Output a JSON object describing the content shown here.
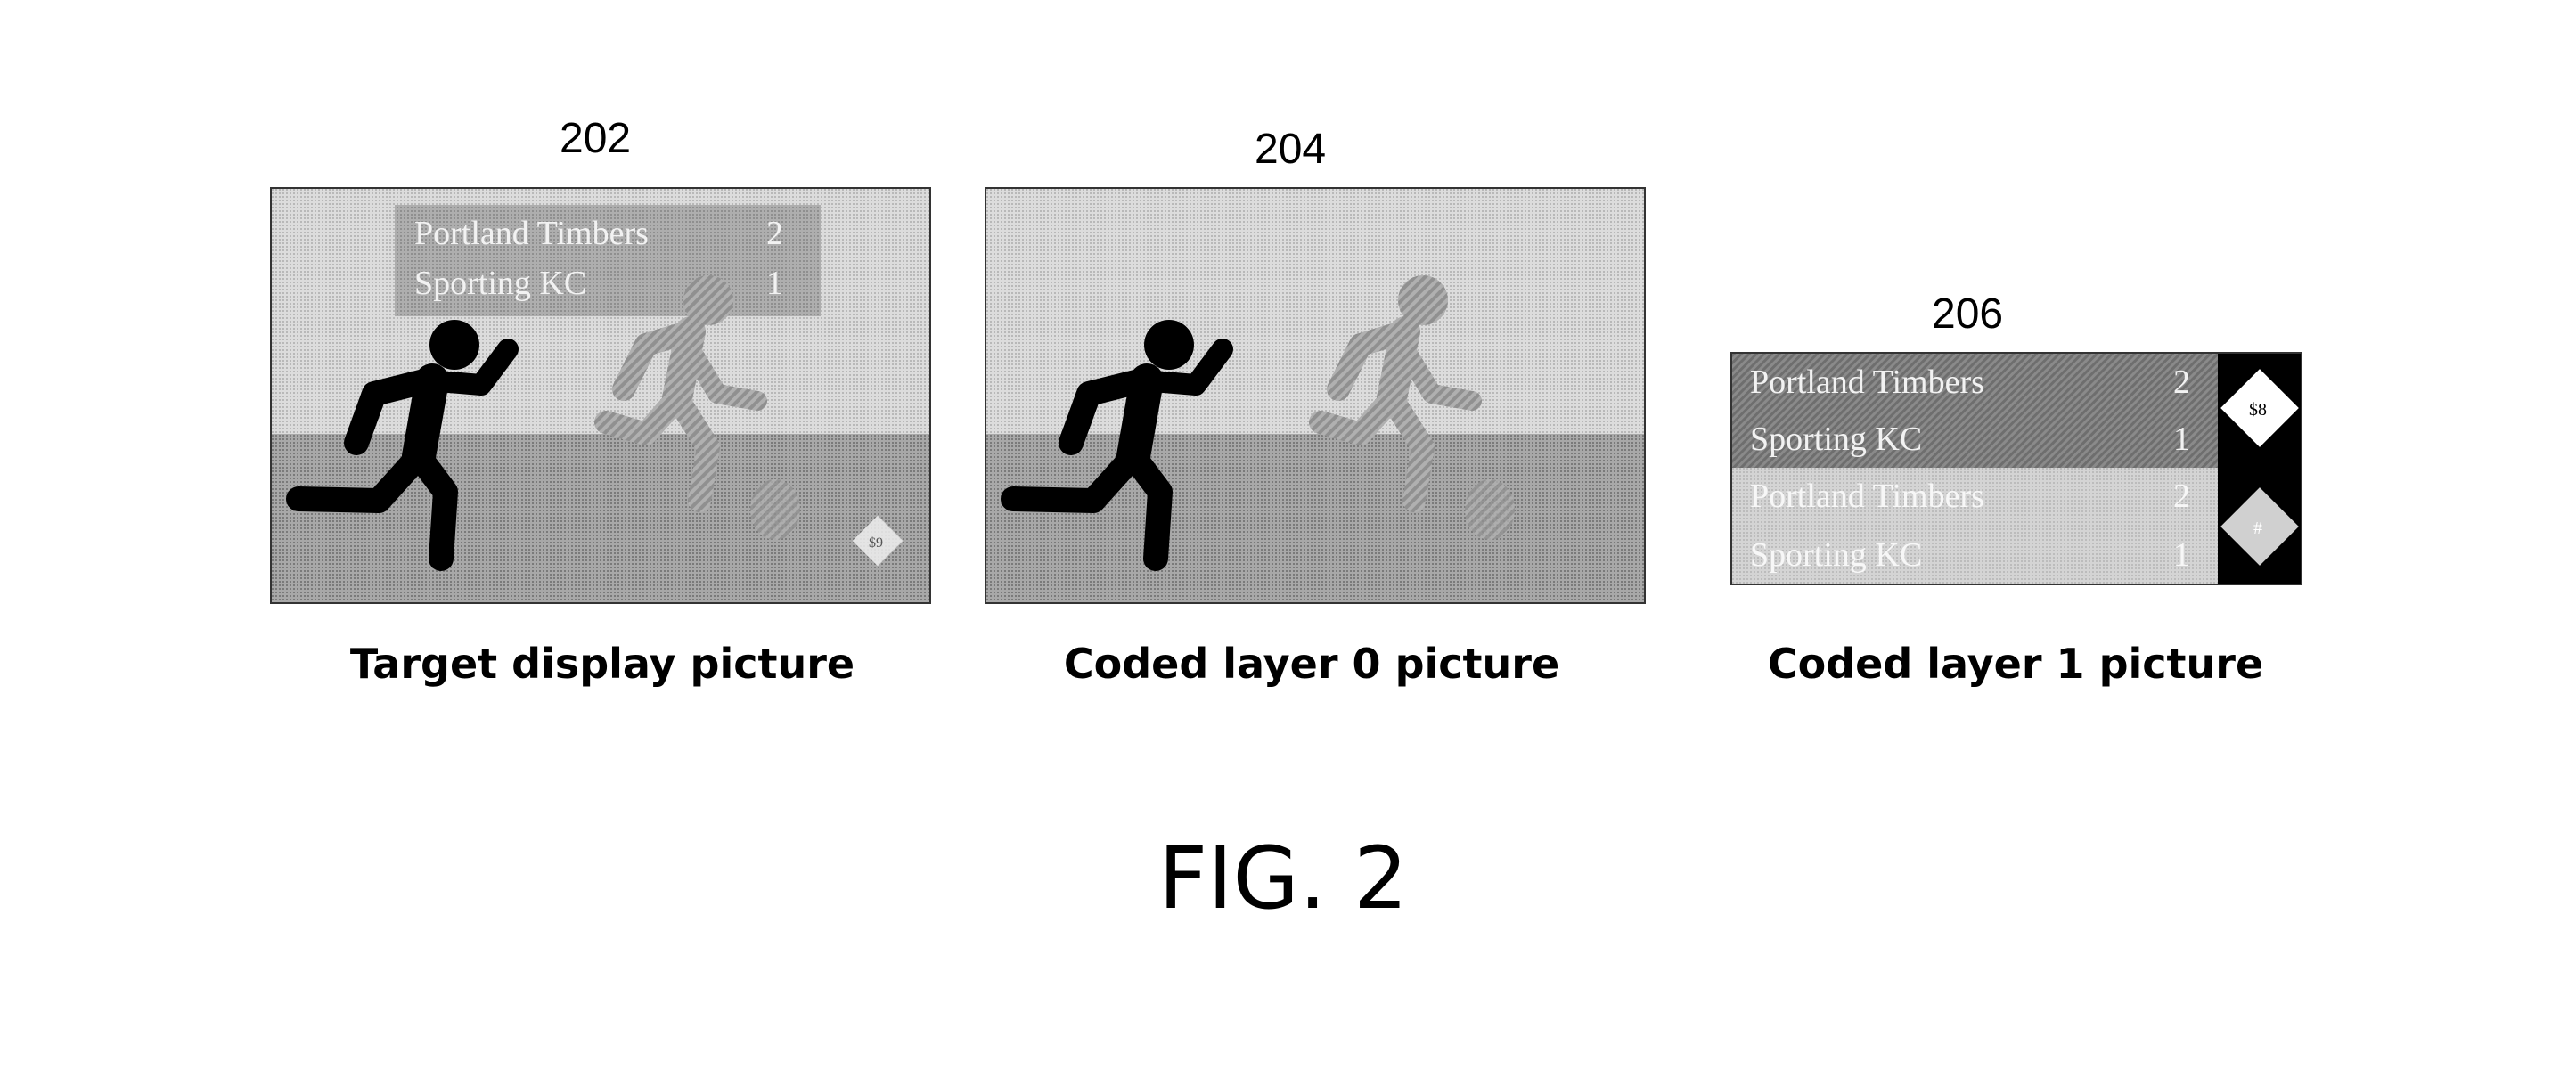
{
  "figure": {
    "title": "FIG. 2",
    "panels": [
      {
        "ref": "202",
        "caption": "Target display picture"
      },
      {
        "ref": "204",
        "caption": "Coded layer 0 picture"
      },
      {
        "ref": "206",
        "caption": "Coded layer 1 picture"
      }
    ],
    "scoreboard": {
      "team1": "Portland Timbers",
      "score1": "2",
      "team2": "Sporting KC",
      "score2": "1",
      "badge_top": "$8",
      "badge_bottom": "#",
      "badge_target": "$9"
    }
  }
}
